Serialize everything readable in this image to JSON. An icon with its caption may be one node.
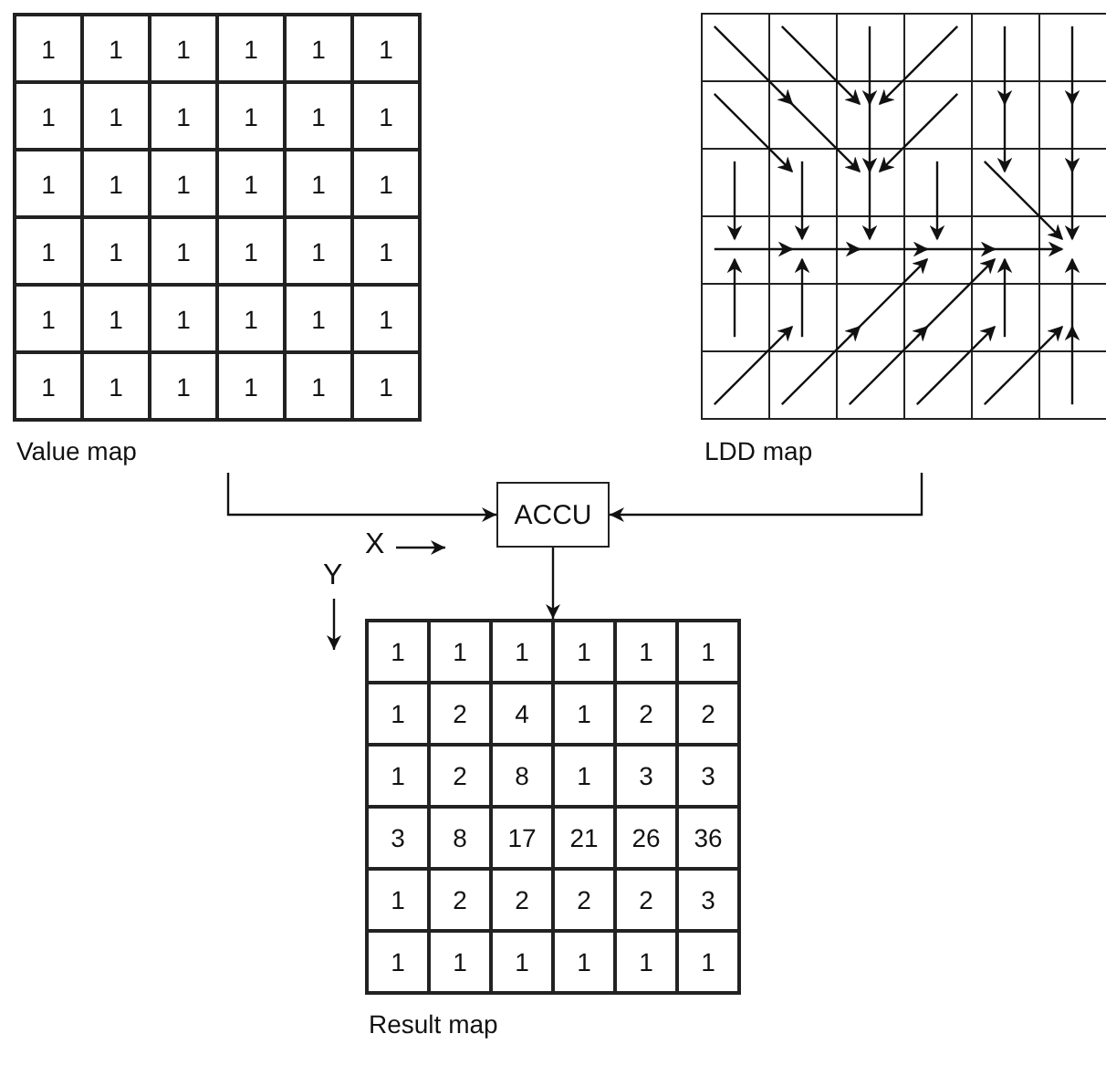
{
  "diagram": {
    "nodes": [
      {
        "text": [
          "Value map"
        ]
      },
      {
        "text": [
          "LDD map"
        ]
      },
      {
        "text": [
          "ACCU"
        ]
      },
      {
        "text": [
          "Result map"
        ]
      }
    ],
    "edges": [
      {
        "from": 0,
        "to": 2,
        "arrow": "to"
      },
      {
        "from": 1,
        "to": 2,
        "arrow": "to"
      },
      {
        "from": 2,
        "to": 3,
        "arrow": "to"
      }
    ],
    "labels": [
      "1",
      "1",
      "1",
      "1",
      "1",
      "1",
      "1",
      "1",
      "1",
      "1",
      "1",
      "1",
      "1",
      "1",
      "1",
      "1",
      "1",
      "1",
      "1",
      "1",
      "1",
      "1",
      "1",
      "1",
      "1",
      "1",
      "1",
      "1",
      "1",
      "1",
      "1",
      "1",
      "1",
      "1",
      "1",
      "1",
      "X",
      "Y",
      "1",
      "1",
      "1",
      "1",
      "1",
      "1",
      "1",
      "2",
      "4",
      "1",
      "2",
      "2",
      "1",
      "2",
      "8",
      "1",
      "3",
      "3",
      "3",
      "8",
      "17",
      "21",
      "26",
      "36",
      "1",
      "2",
      "2",
      "2",
      "2",
      "3",
      "1",
      "1",
      "1",
      "1",
      "1",
      "1"
    ]
  }
}
